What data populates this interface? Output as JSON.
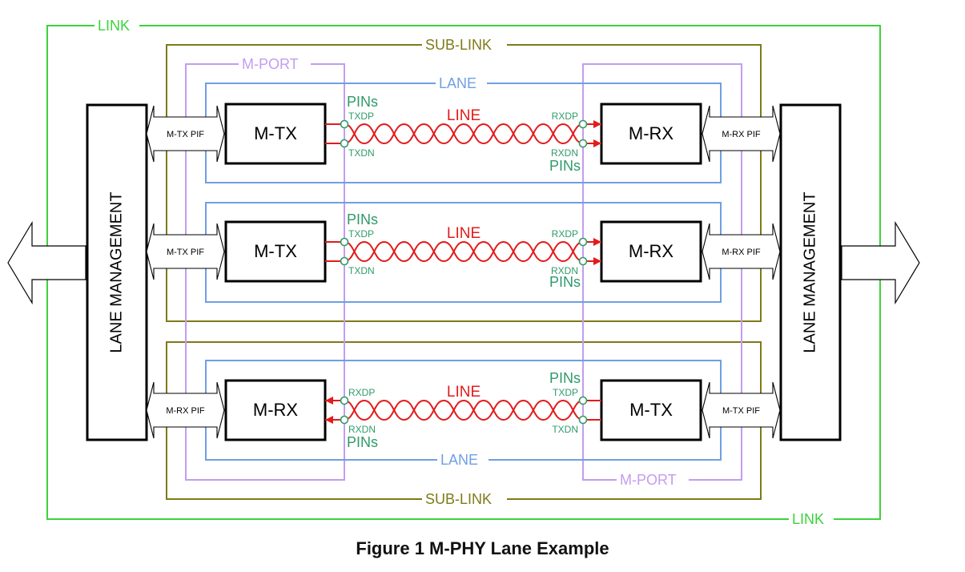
{
  "caption": "Figure 1 M-PHY Lane Example",
  "colors": {
    "link": "#3cd23c",
    "sublink": "#7f7a18",
    "mport": "#c49cf0",
    "lane": "#6f9fe3",
    "line": "#e31b1b",
    "pins": "#2f9a6a",
    "block": "#000000"
  },
  "labels": {
    "link": "LINK",
    "sublink": "SUB-LINK",
    "mport": "M-PORT",
    "lane": "LANE",
    "line": "LINE",
    "pins": "PINs",
    "txdp": "TXDP",
    "txdn": "TXDN",
    "rxdp": "RXDP",
    "rxdn": "RXDN",
    "lane_management": "LANE MANAGEMENT",
    "mtx": "M-TX",
    "mrx": "M-RX",
    "mtx_pif": "M-TX PIF",
    "mrx_pif": "M-RX PIF"
  },
  "lanes": [
    {
      "id": "lane-1",
      "direction": "forward",
      "left_block": "M-TX",
      "right_block": "M-RX",
      "left_pif": "M-TX PIF",
      "right_pif": "M-RX PIF"
    },
    {
      "id": "lane-2",
      "direction": "forward",
      "left_block": "M-TX",
      "right_block": "M-RX",
      "left_pif": "M-TX PIF",
      "right_pif": "M-RX PIF"
    },
    {
      "id": "lane-3",
      "direction": "reverse",
      "left_block": "M-RX",
      "right_block": "M-TX",
      "left_pif": "M-RX PIF",
      "right_pif": "M-TX PIF"
    }
  ]
}
